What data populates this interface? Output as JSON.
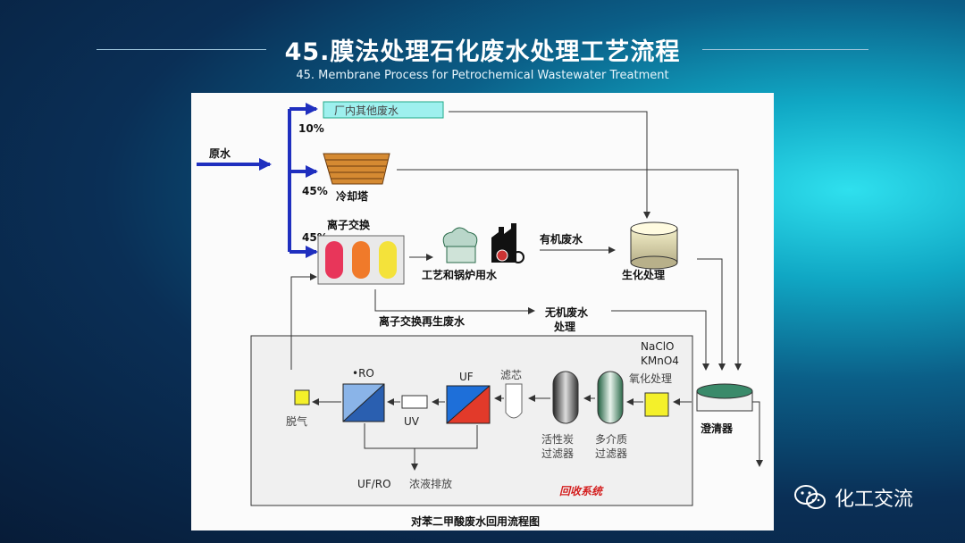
{
  "header": {
    "title": "45.膜法处理石化废水处理工艺流程",
    "subtitle": "45. Membrane Process for Petrochemical Wastewater Treatment"
  },
  "diagram": {
    "raw_water": "原水",
    "other_wastewater": "厂内其他废水",
    "pct_10": "10%",
    "pct_45a": "45%",
    "pct_45b": "45%",
    "cooling_tower": "冷却塔",
    "ion_exchange": "离子交换",
    "process_boiler_water": "工艺和锅炉用水",
    "organic_wastewater": "有机废水",
    "biochem_treatment": "生化处理",
    "ion_regen_wastewater": "离子交换再生废水",
    "inorganic_wastewater_1": "无机废水",
    "inorganic_wastewater_2": "处理",
    "naclo": "NaClO",
    "kmno4": "KMnO4",
    "oxidation": "氧化处理",
    "clarifier": "澄清器",
    "ro": "•RO",
    "uf": "UF",
    "filter_element": "滤芯",
    "uv": "UV",
    "degas": "脱气",
    "activated_carbon_1": "活性炭",
    "activated_carbon_2": "过滤器",
    "multimedia_1": "多介质",
    "multimedia_2": "过滤器",
    "uf_ro": "UF/RO",
    "concentrate_discharge": "浓液排放",
    "recovery_system": "回收系统",
    "caption": "对苯二甲酸废水回用流程图"
  },
  "brand": {
    "name": "化工交流"
  },
  "colors": {
    "arrow_blue": "#1f2fbf",
    "line": "#333333"
  }
}
